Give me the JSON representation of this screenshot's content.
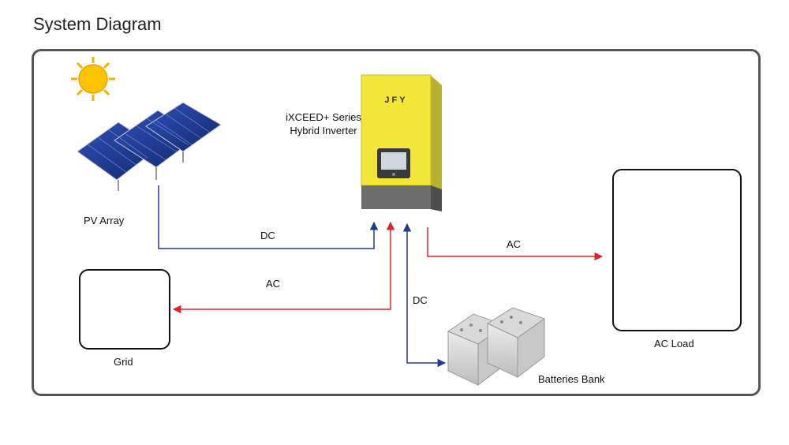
{
  "title": "System Diagram",
  "inverter": {
    "brand": "JFY",
    "line1": "iXCEED+ Series",
    "line2": "Hybrid Inverter"
  },
  "nodes": {
    "pv_array": "PV Array",
    "grid": "Grid",
    "batteries": "Batteries Bank",
    "ac_load": "AC Load"
  },
  "flows": {
    "pv_to_inverter": "DC",
    "inverter_to_grid": "AC",
    "battery_link": "DC",
    "inverter_to_load": "AC"
  },
  "colors": {
    "dc_line": "#1f3c8f",
    "ac_line": "#e0202a",
    "inverter_body": "#f2e63a",
    "inverter_base": "#6d6d6d",
    "frame": "#555555"
  }
}
